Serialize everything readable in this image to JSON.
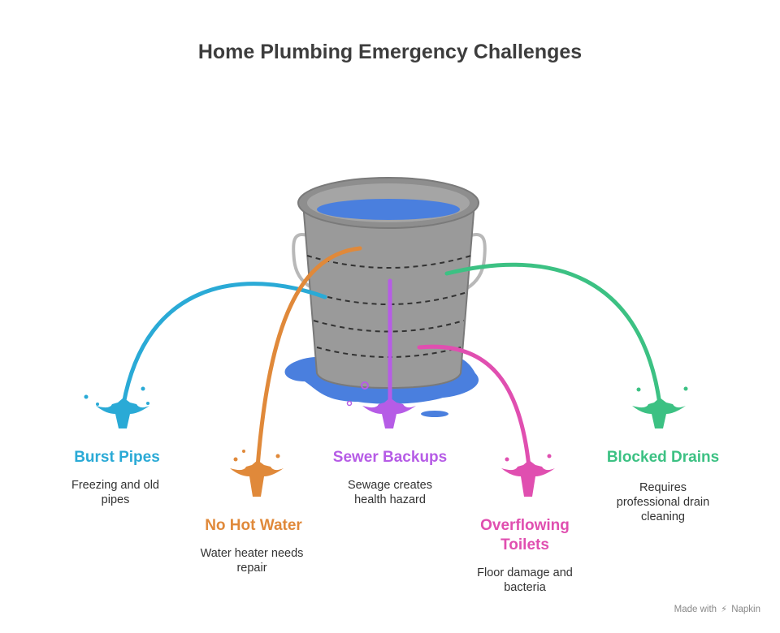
{
  "title": "Home Plumbing Emergency Challenges",
  "items": [
    {
      "label": "Burst Pipes",
      "description": "Freezing and old pipes",
      "color": "#2aaad6"
    },
    {
      "label": "No Hot Water",
      "description": "Water heater needs repair",
      "color": "#e0893a"
    },
    {
      "label": "Sewer Backups",
      "description": "Sewage creates health hazard",
      "color": "#b65ce6"
    },
    {
      "label": "Overflowing Toilets",
      "description": "Floor damage and bacteria",
      "color": "#e04fb0"
    },
    {
      "label": "Blocked Drains",
      "description": "Requires professional drain cleaning",
      "color": "#3cc183"
    }
  ],
  "footer": {
    "made_with": "Made with",
    "brand": "Napkin",
    "icon": "napkin-logo-icon"
  },
  "colors": {
    "bucket": "#9a9a9a",
    "bucket_dark": "#7a7a7a",
    "water": "#4a7fde",
    "puddle": "#4a7fde",
    "title": "#3d3d3d"
  }
}
